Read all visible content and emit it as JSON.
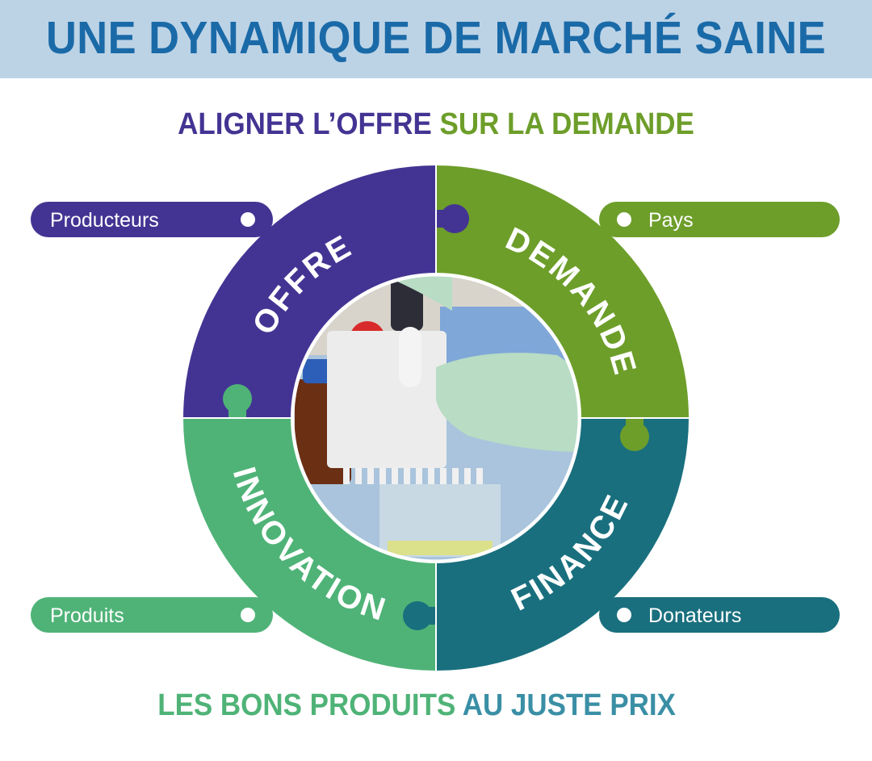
{
  "title": "UNE DYNAMIQUE DE MARCHÉ SAINE",
  "subtitle": {
    "part1": "ALIGNER L’OFFRE",
    "part2": "SUR LA DEMANDE"
  },
  "footer": {
    "part1": "LES BONS PRODUITS",
    "part2": "AU JUSTE PRIX"
  },
  "quadrants": [
    {
      "label": "OFFRE",
      "color": "#433493"
    },
    {
      "label": "DEMANDE",
      "color": "#6d9e2a"
    },
    {
      "label": "INNOVATION",
      "color": "#4fb377"
    },
    {
      "label": "FINANCE",
      "color": "#196f7e"
    }
  ],
  "pills": [
    {
      "label": "Producteurs",
      "color": "#433493"
    },
    {
      "label": "Pays",
      "color": "#6d9e2a"
    },
    {
      "label": "Produits",
      "color": "#4fb377"
    },
    {
      "label": "Donateurs",
      "color": "#196f7e"
    }
  ],
  "colors": {
    "title": "#1a6aa8",
    "banner": "#bcd3e6",
    "footer_blue": "#3a8fa5"
  }
}
